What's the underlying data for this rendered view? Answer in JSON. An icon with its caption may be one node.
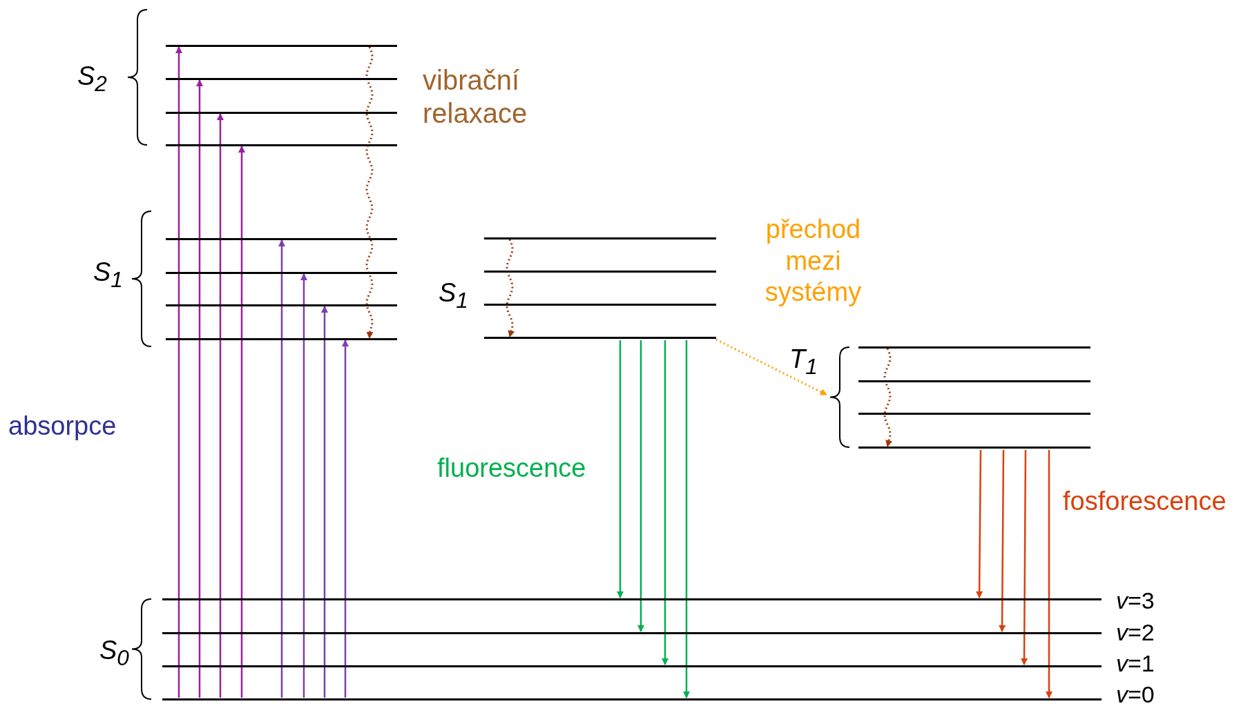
{
  "diagram": {
    "nodes": [
      {
        "text": [],
        "shape": "bar"
      },
      {
        "text": [],
        "shape": "bar"
      },
      {
        "text": [],
        "shape": "bar"
      },
      {
        "text": [],
        "shape": "bar"
      },
      {
        "text": [],
        "shape": "bar"
      },
      {
        "text": [],
        "shape": "bar"
      },
      {
        "text": [],
        "shape": "bar"
      },
      {
        "text": [],
        "shape": "bar"
      },
      {
        "text": [],
        "shape": "bar"
      },
      {
        "text": [],
        "shape": "bar"
      },
      {
        "text": [],
        "shape": "bar"
      },
      {
        "text": [],
        "shape": "bar"
      },
      {
        "text": [],
        "shape": "bar"
      },
      {
        "text": [],
        "shape": "bar"
      },
      {
        "text": [],
        "shape": "bar"
      },
      {
        "text": [],
        "shape": "bar"
      },
      {
        "text": [],
        "shape": "bar"
      },
      {
        "text": [],
        "shape": "bar"
      },
      {
        "text": [],
        "shape": "bar"
      },
      {
        "text": [],
        "shape": "bar"
      },
      {
        "text": [],
        "shape": "brace"
      }
    ],
    "edges": [
      {
        "from": 19,
        "to": 0,
        "arrow": "to",
        "color": "#9b1fa0"
      },
      {
        "from": 19,
        "to": 1,
        "arrow": "to",
        "color": "#9b1fa0"
      },
      {
        "from": 19,
        "to": 2,
        "arrow": "to",
        "color": "#9b1fa0"
      },
      {
        "from": 19,
        "to": 3,
        "arrow": "to",
        "color": "#9b1fa0"
      },
      {
        "from": 19,
        "to": 4,
        "arrow": "to",
        "color": "#7b3fb0"
      },
      {
        "from": 19,
        "to": 5,
        "arrow": "to",
        "color": "#7b3fb0"
      },
      {
        "from": 19,
        "to": 6,
        "arrow": "to",
        "color": "#7b3fb0"
      },
      {
        "from": 19,
        "to": 7,
        "arrow": "to",
        "color": "#7b3fb0"
      },
      {
        "from": 0,
        "to": 7,
        "arrow": "to",
        "style": "dashed",
        "color": "#a0360a"
      },
      {
        "from": 8,
        "to": 11,
        "arrow": "to",
        "style": "dashed",
        "color": "#a0360a"
      },
      {
        "from": 12,
        "to": 15,
        "arrow": "to",
        "style": "dashed",
        "color": "#a0360a"
      },
      {
        "from": 11,
        "to": 20,
        "arrow": "to",
        "style": "dashed",
        "color": "#ffa000"
      },
      {
        "from": 11,
        "to": 16,
        "arrow": "to",
        "color": "#00b050"
      },
      {
        "from": 11,
        "to": 17,
        "arrow": "to",
        "color": "#00b050"
      },
      {
        "from": 11,
        "to": 18,
        "arrow": "to",
        "color": "#00b050"
      },
      {
        "from": 11,
        "to": 19,
        "arrow": "to",
        "color": "#00b050"
      },
      {
        "from": 15,
        "to": 16,
        "arrow": "to",
        "color": "#d9410e"
      },
      {
        "from": 15,
        "to": 17,
        "arrow": "to",
        "color": "#d9410e"
      },
      {
        "from": 15,
        "to": 18,
        "arrow": "to",
        "color": "#d9410e"
      },
      {
        "from": 15,
        "to": 19,
        "arrow": "to",
        "color": "#d9410e"
      }
    ],
    "labels": [
      "S$_{2}$",
      "vibrační relaxace",
      "S$_{1}$",
      "přechod mezi systémy",
      "S$_{1}$",
      "T$_{1}$",
      "absorpce",
      "fluorescence",
      "fosforescence",
      "*v*=3",
      "S$_{0}$",
      "*v*=2",
      "*v*=1",
      "*v*=0"
    ]
  }
}
